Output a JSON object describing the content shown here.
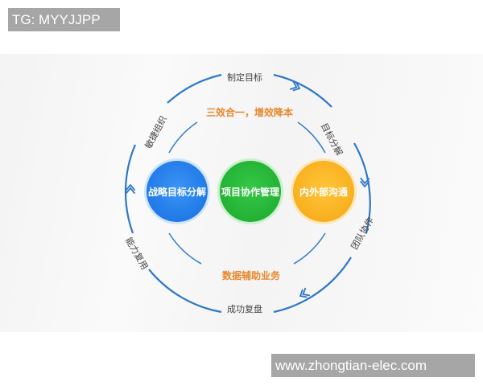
{
  "watermarks": {
    "top_left": "TG: MYYJJPP",
    "bottom_right": "www.zhongtian-elec.com"
  },
  "diagram": {
    "outer_ring_labels": {
      "top": "制定目标",
      "top_right": "目标分解",
      "bottom_right": "团队协作",
      "bottom": "成功复盘",
      "bottom_left": "能力复用",
      "top_left": "敏捷组织"
    },
    "inner_labels": {
      "top": "三效合一，增效降本",
      "bottom": "数据辅助业务"
    },
    "circles": [
      {
        "label": "战略目标分解",
        "color": "#2b86f0"
      },
      {
        "label": "项目协作管理",
        "color": "#2cbf3c"
      },
      {
        "label": "内外部沟通",
        "color": "#fbb829"
      }
    ],
    "colors": {
      "ring": "#2d78c8",
      "orange_text": "#e8862a",
      "watermark_bg": "#a6a6a6"
    }
  }
}
